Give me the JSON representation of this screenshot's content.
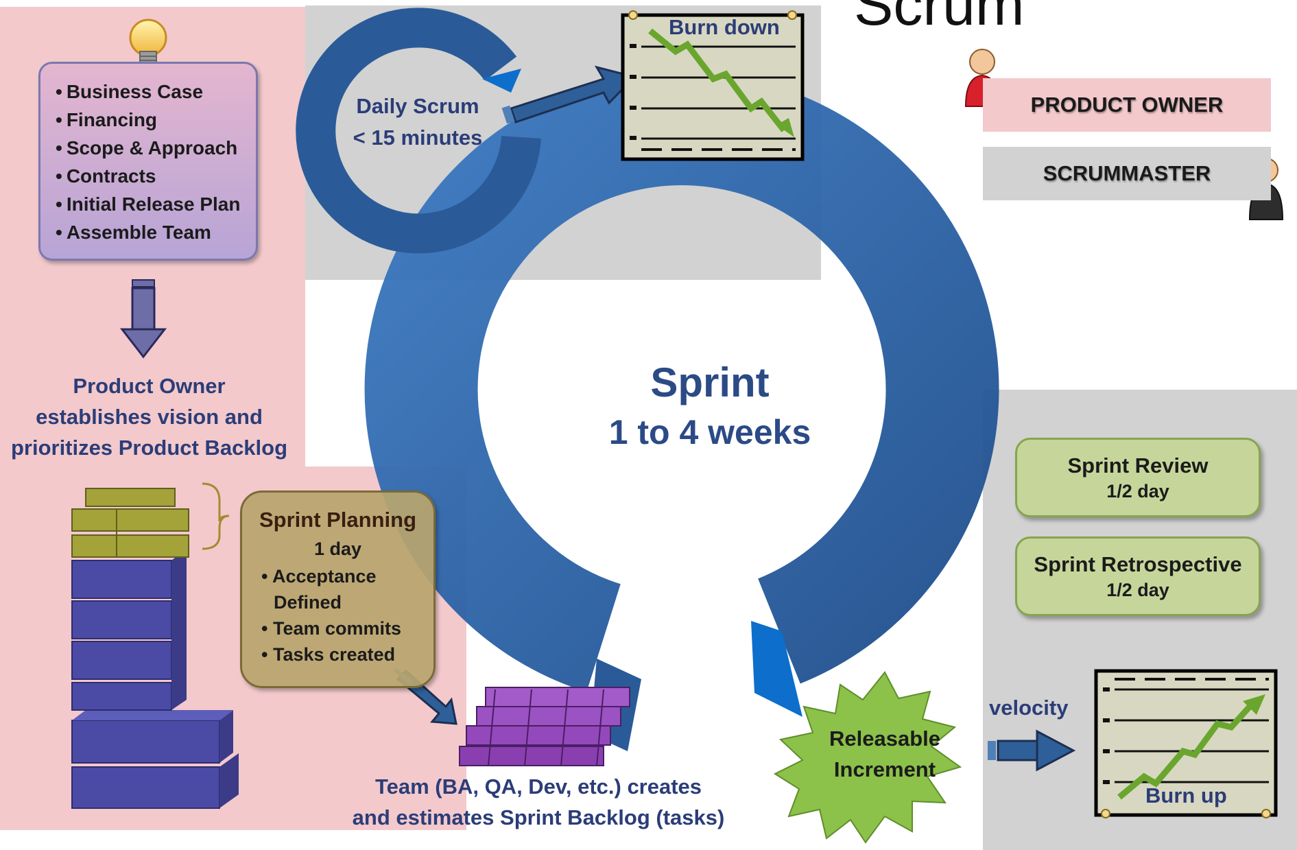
{
  "title": "Scrum",
  "initiation": {
    "items": [
      "Business Case",
      "Financing",
      "Scope & Approach",
      "Contracts",
      "Initial Release Plan",
      "Assemble Team"
    ],
    "caption_lines": [
      "Product Owner",
      "establishes vision and",
      "prioritizes Product Backlog"
    ]
  },
  "daily_scrum": {
    "line1": "Daily Scrum",
    "line2": "< 15 minutes"
  },
  "burn_down": {
    "label": "Burn down"
  },
  "sprint": {
    "line1": "Sprint",
    "line2": "1 to 4 weeks"
  },
  "roles": {
    "product_owner": "PRODUCT OWNER",
    "scrummaster": "SCRUMMASTER"
  },
  "sprint_planning": {
    "title": "Sprint Planning",
    "duration": "1 day",
    "items": [
      "Acceptance",
      "Defined",
      "Team commits",
      "Tasks created"
    ]
  },
  "team_caption_lines": [
    "Team (BA, QA, Dev, etc.) creates",
    "and estimates Sprint Backlog (tasks)"
  ],
  "sprint_review": {
    "title": "Sprint Review",
    "duration": "1/2 day"
  },
  "sprint_retrospective": {
    "title": "Sprint Retrospective",
    "duration": "1/2 day"
  },
  "increment": {
    "line1": "Releasable",
    "line2": "Increment"
  },
  "velocity": "velocity",
  "burn_up": {
    "label": "Burn up"
  },
  "colors": {
    "ring_blue": "#2a5b98",
    "text_navy": "#2b3d78",
    "pink_panel": "#f3c9cc",
    "gray_panel": "#d2d2d2",
    "lavender_box": "#c9a8d6",
    "olive_box": "#b9ab77",
    "green_box": "#c6d69a",
    "starburst_green": "#8cc14a",
    "chart_bg": "#d8d8c2",
    "trend_green": "#6aa62e"
  }
}
